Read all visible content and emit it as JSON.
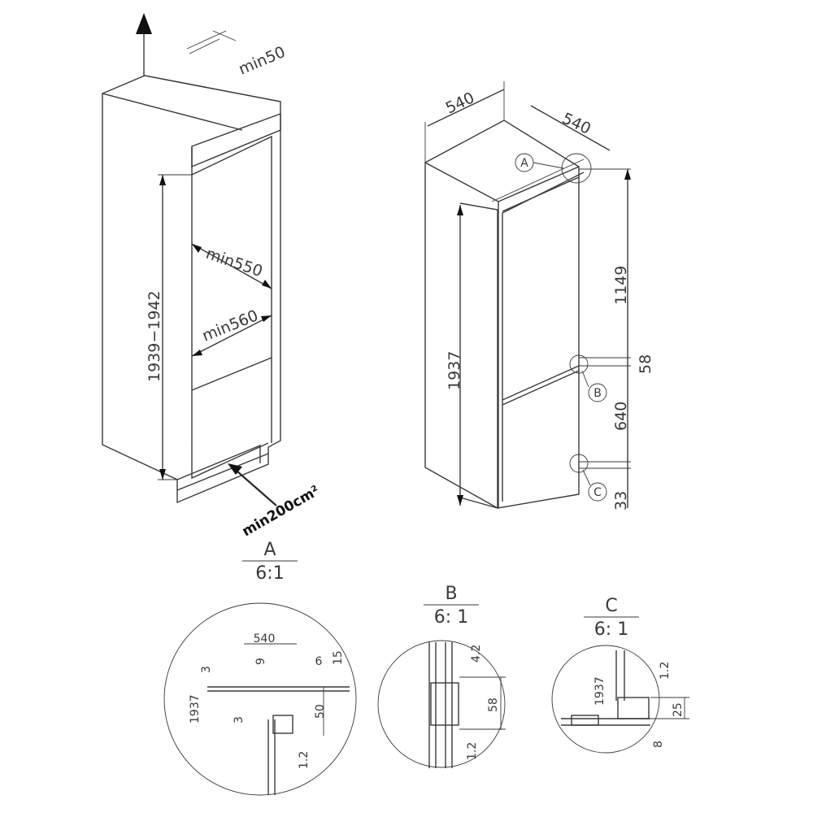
{
  "niche": {
    "top_clearance": "min50",
    "height_range": "1939−1942",
    "depth_inner": "min550",
    "depth_outer": "min560",
    "vent_area": "min200cm²"
  },
  "appliance": {
    "width": "540",
    "depth": "540",
    "height_total": "1937",
    "height_upper": "1149",
    "gap_mid": "58",
    "height_lower": "640",
    "base": "33",
    "marker_a": "A",
    "marker_b": "B",
    "marker_c": "C"
  },
  "details": [
    {
      "letter": "A",
      "scale": "6:1",
      "labels": [
        "540",
        "3",
        "9",
        "6",
        "15",
        "1937",
        "3",
        "50",
        "1.2"
      ]
    },
    {
      "letter": "B",
      "scale": "6: 1",
      "labels": [
        "4.2",
        "58",
        "1.2"
      ]
    },
    {
      "letter": "C",
      "scale": "6: 1",
      "labels": [
        "1937",
        "1.2",
        "25",
        "8"
      ]
    }
  ]
}
